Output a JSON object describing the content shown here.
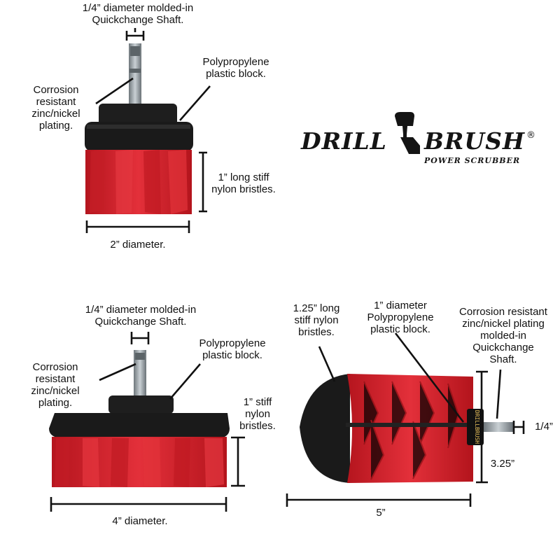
{
  "brush1": {
    "shaft_label": [
      "1/4” diameter molded-in",
      "Quickchange Shaft."
    ],
    "plating_label": [
      "Corrosion",
      "resistant",
      "zinc/nickel",
      "plating."
    ],
    "block_label": [
      "Polypropylene",
      "plastic block."
    ],
    "bristle_label": [
      "1” long stiff",
      "nylon bristles."
    ],
    "diameter_label": "2” diameter."
  },
  "logo": {
    "word_left": "DRILL",
    "word_right": "BRUSH",
    "registered": "®",
    "tagline": "POWER SCRUBBER"
  },
  "brush2": {
    "shaft_label": [
      "1/4” diameter molded-in",
      "Quickchange Shaft."
    ],
    "plating_label": [
      "Corrosion",
      "resistant",
      "zinc/nickel",
      "plating."
    ],
    "block_label": [
      "Polypropylene",
      "plastic block."
    ],
    "bristle_label": [
      "1” stiff",
      "nylon",
      "bristles."
    ],
    "diameter_label": "4” diameter."
  },
  "brush3": {
    "bristle_label": [
      "1.25” long",
      "stiff nylon",
      "bristles."
    ],
    "block_label": [
      "1” diameter",
      "Polypropylene",
      "plastic block."
    ],
    "plating_label": [
      "Corrosion resistant",
      "zinc/nickel plating",
      "molded-in",
      "Quickchange",
      "Shaft."
    ],
    "ferrule_text": "DRILLBRUSH",
    "shaft_dim": "1/4”",
    "height_dim": "3.25”",
    "length_dim": "5”"
  },
  "colors": {
    "bristle_red": "#d8202a",
    "bristle_dark_red": "#9e1419",
    "block_black": "#1c1c1c",
    "shaft_steel": "#9aa3a8"
  }
}
